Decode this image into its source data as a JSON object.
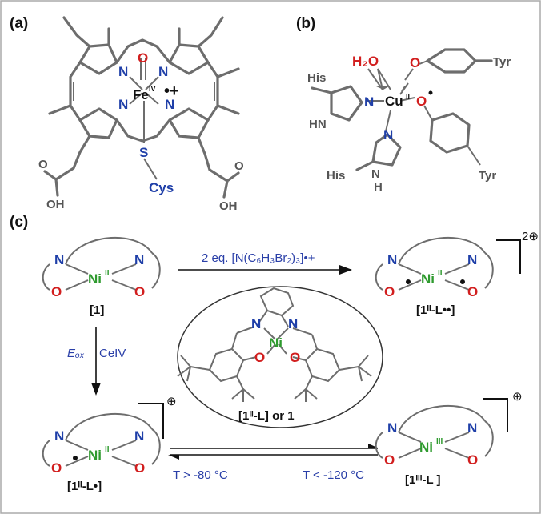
{
  "panels": {
    "a": "(a)",
    "b": "(b)",
    "c": "(c)"
  },
  "panel_a": {
    "fe": "Fe",
    "fe_ox": "IV",
    "o": "O",
    "s": "S",
    "cys": "Cys",
    "n": "N",
    "o_acid": "O",
    "oh": "OH",
    "radical_cation": "•+"
  },
  "panel_b": {
    "h2o": "H₂O",
    "cu": "Cu",
    "cu_ox": "II",
    "his": "His",
    "tyr": "Tyr",
    "n": "N",
    "hn": "HN",
    "h": "H",
    "o": "O"
  },
  "panel_c": {
    "n": "N",
    "o": "O",
    "ni": "Ni",
    "ni2": "II",
    "ni3": "III",
    "cmp1": "[1]",
    "cmp_diradical": "[1ᴵᴵ-L••]",
    "cmp_radical": "[1ᴵᴵ-L•]",
    "cmp_ni3": "[1ᴵᴵᴵ-L ]",
    "cmp_ligand": "[1ᴵᴵ-L] or 1",
    "charge2": "2⊕",
    "charge1": "⊕",
    "oxidant": "2 eq. [N(C₆H₃Br₂)₃]•+",
    "eox": "Eₒₓ",
    "ce": "CeIV",
    "t_high": "T > -80 °C",
    "t_low": "T < -120 °C"
  },
  "colors": {
    "nitrogen": "#1f3fa8",
    "oxygen": "#d21f1f",
    "nickel": "#2e9a2e",
    "bond": "#6d6d6d",
    "frame": "#aaaaaa"
  }
}
